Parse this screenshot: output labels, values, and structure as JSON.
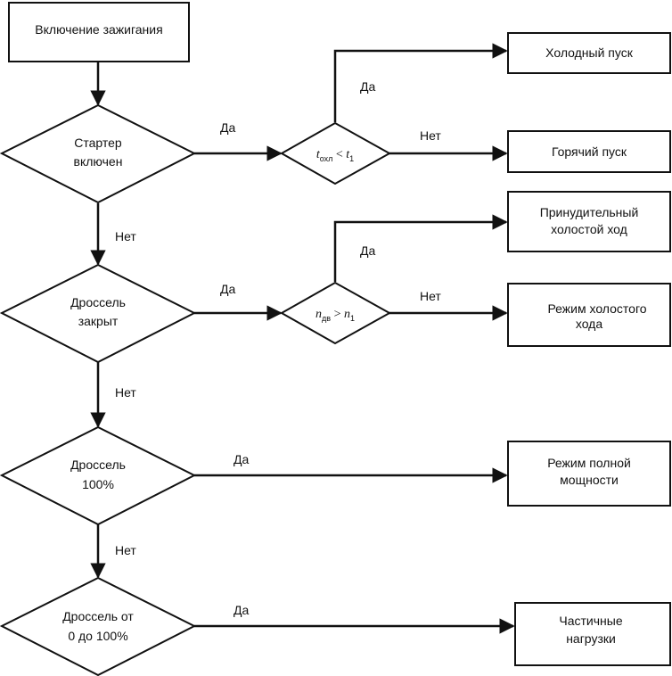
{
  "nodes": {
    "start": [
      "Включение зажигания"
    ],
    "starter": [
      "Стартер",
      "включен"
    ],
    "throttle_closed": [
      "Дроссель",
      "закрыт"
    ],
    "throttle_100": [
      "Дроссель",
      "100%"
    ],
    "throttle_partial": [
      "Дроссель от",
      "0 до 100%"
    ],
    "cold_start": [
      "Холодный пуск"
    ],
    "hot_start": [
      "Горячий пуск"
    ],
    "forced_idle": [
      "Принудительный",
      "холостой ход"
    ],
    "idle_mode": [
      "Режим холостого",
      "хода"
    ],
    "full_power": [
      "Режим полной",
      "мощности"
    ],
    "partial_load": [
      "Частичные",
      "нагрузки"
    ]
  },
  "conditions": {
    "temp": {
      "var": "t",
      "sub": "охл",
      "op": " < ",
      "rhs": "t",
      "rhs_sub": "1"
    },
    "speed": {
      "var": "n",
      "sub": "дв",
      "op": " > ",
      "rhs": "n",
      "rhs_sub": "1"
    }
  },
  "edge_labels": {
    "yes": "Да",
    "no": "Нет"
  }
}
